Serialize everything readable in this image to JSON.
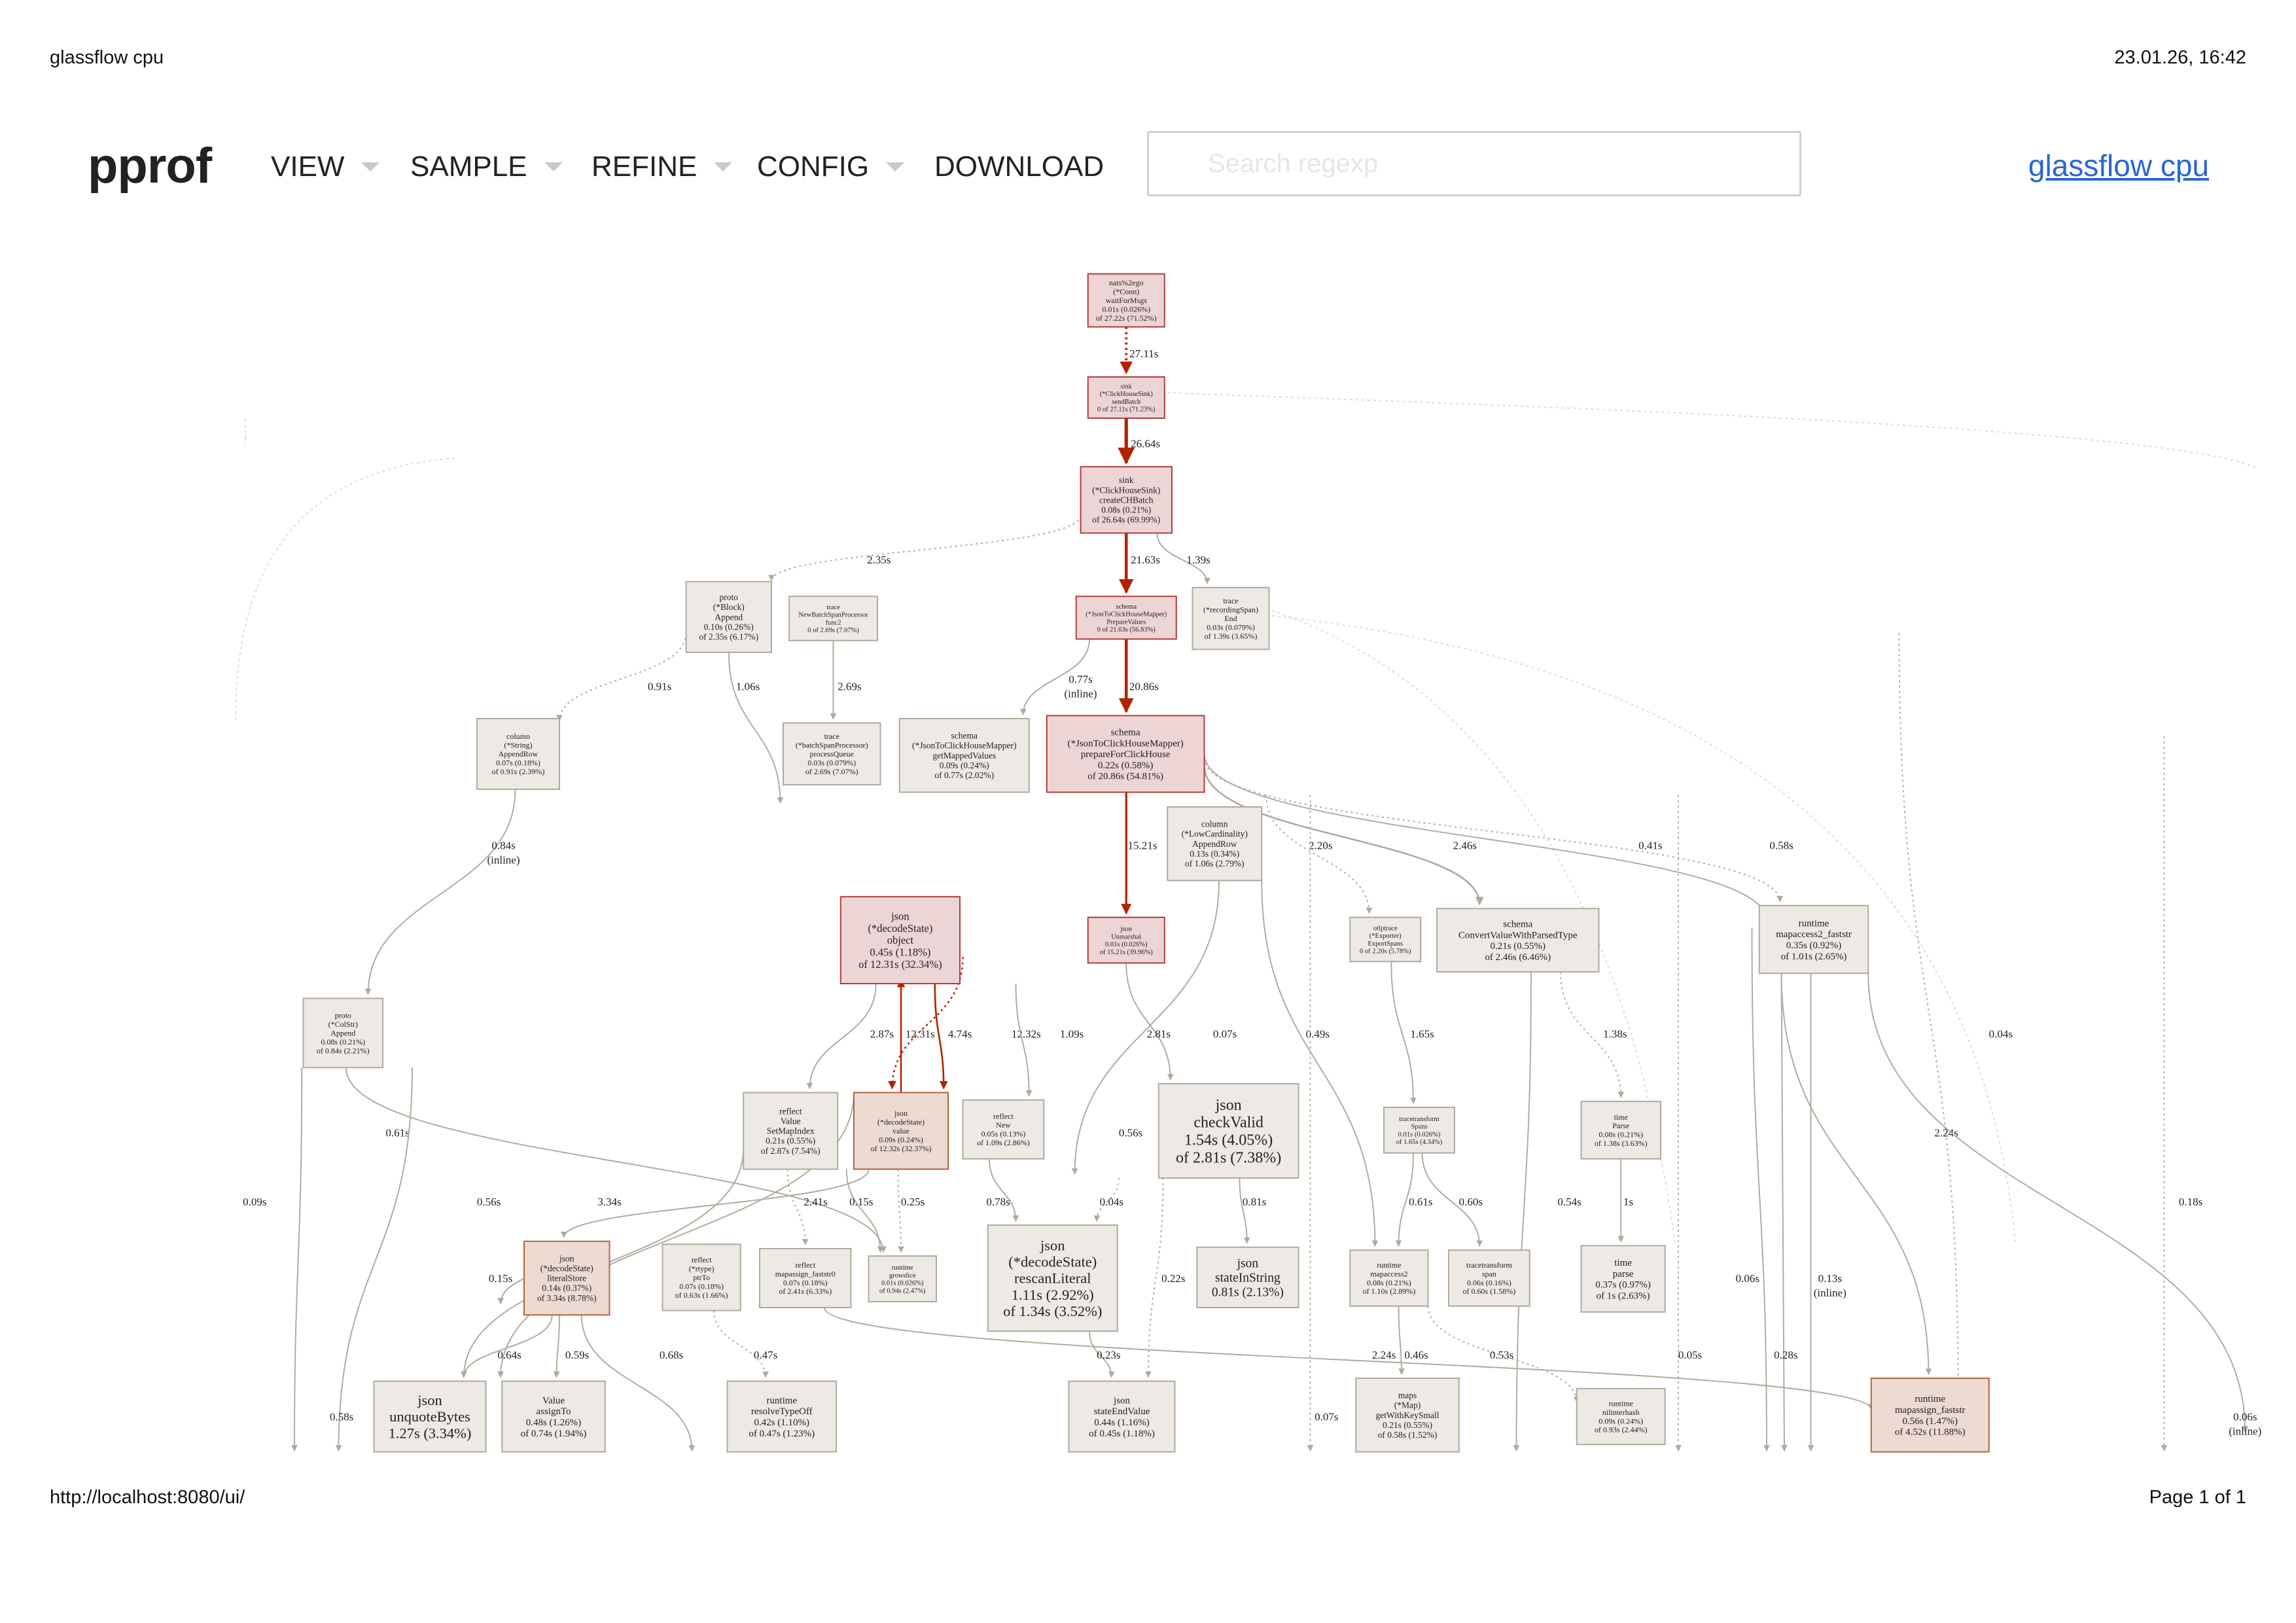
{
  "print_header": {
    "doc_title": "glassflow cpu",
    "date_time": "23.01.26, 16:42"
  },
  "print_footer": {
    "url": "http://localhost:8080/ui/",
    "page": "Page 1 of 1"
  },
  "toolbar": {
    "logo": "pprof",
    "menus": [
      {
        "label": "VIEW",
        "has_dropdown": true
      },
      {
        "label": "SAMPLE",
        "has_dropdown": true
      },
      {
        "label": "REFINE",
        "has_dropdown": true
      },
      {
        "label": "CONFIG",
        "has_dropdown": true
      },
      {
        "label": "DOWNLOAD",
        "has_dropdown": false
      }
    ],
    "search_placeholder": "Search regexp",
    "profile_link": "glassflow cpu"
  },
  "colors": {
    "hot_fill": "#edd5d5",
    "hot_stroke": "#b23c3c",
    "warm_fill": "#eddad2",
    "warm_stroke": "#b2653c",
    "cool_fill": "#ede9e4",
    "cool_stroke": "#b2a99c",
    "hot_edge": "#b22200",
    "cool_edge": "#b2a99c",
    "link": "#2a66d0"
  },
  "graph": {
    "nodes": [
      {
        "lines": [
          "nats%2ego",
          "(*Conn)",
          "waitForMsgs",
          "0.01s (0.026%)",
          "of 27.22s (71.52%)"
        ],
        "kind": "hot",
        "size": 1
      },
      {
        "lines": [
          "sink",
          "(*ClickHouseSink)",
          "sendBatch",
          "0 of 27.11s (71.23%)"
        ],
        "kind": "hot",
        "size": 0
      },
      {
        "lines": [
          "sink",
          "(*ClickHouseSink)",
          "createCHBatch",
          "0.08s (0.21%)",
          "of 26.64s (69.99%)"
        ],
        "kind": "hot",
        "size": 2
      },
      {
        "lines": [
          "proto",
          "(*Block)",
          "Append",
          "0.10s (0.26%)",
          "of 2.35s (6.17%)"
        ],
        "kind": "cool",
        "size": 2
      },
      {
        "lines": [
          "trace",
          "NewBatchSpanProcessor",
          "func2",
          "0 of 2.69s (7.07%)"
        ],
        "kind": "cool",
        "size": 0
      },
      {
        "lines": [
          "schema",
          "(*JsonToClickHouseMapper)",
          "PrepareValues",
          "0 of 21.63s (56.83%)"
        ],
        "kind": "hot",
        "size": 0
      },
      {
        "lines": [
          "trace",
          "(*recordingSpan)",
          "End",
          "0.03s (0.079%)",
          "of 1.39s (3.65%)"
        ],
        "kind": "cool",
        "size": 1
      },
      {
        "lines": [
          "column",
          "(*String)",
          "AppendRow",
          "0.07s (0.18%)",
          "of 0.91s (2.39%)"
        ],
        "kind": "cool",
        "size": 1
      },
      {
        "lines": [
          "trace",
          "(*batchSpanProcessor)",
          "processQueue",
          "0.03s (0.079%)",
          "of 2.69s (7.07%)"
        ],
        "kind": "cool",
        "size": 1
      },
      {
        "lines": [
          "schema",
          "(*JsonToClickHouseMapper)",
          "getMappedValues",
          "0.09s (0.24%)",
          "of 0.77s (2.02%)"
        ],
        "kind": "cool",
        "size": 2
      },
      {
        "lines": [
          "schema",
          "(*JsonToClickHouseMapper)",
          "prepareForClickHouse",
          "0.22s (0.58%)",
          "of 20.86s (54.81%)"
        ],
        "kind": "hot",
        "size": 3
      },
      {
        "lines": [
          "column",
          "(*LowCardinality)",
          "AppendRow",
          "0.13s (0.34%)",
          "of 1.06s (2.79%)"
        ],
        "kind": "cool",
        "size": 2
      },
      {
        "lines": [
          "json",
          "(*decodeState)",
          "object",
          "0.45s (1.18%)",
          "of 12.31s (32.34%)"
        ],
        "kind": "hot",
        "size": 4
      },
      {
        "lines": [
          "json",
          "Unmarshal",
          "0.01s (0.026%)",
          "of 15.21s (39.96%)"
        ],
        "kind": "hot",
        "size": 0
      },
      {
        "lines": [
          "otlptrace",
          "(*Exporter)",
          "ExportSpans",
          "0 of 2.20s (5.78%)"
        ],
        "kind": "cool",
        "size": 0
      },
      {
        "lines": [
          "schema",
          "ConvertValueWithParsedType",
          "0.21s (0.55%)",
          "of 2.46s (6.46%)"
        ],
        "kind": "cool",
        "size": 3
      },
      {
        "lines": [
          "runtime",
          "mapaccess2_faststr",
          "0.35s (0.92%)",
          "of 1.01s (2.65%)"
        ],
        "kind": "cool",
        "size": 3
      },
      {
        "lines": [
          "proto",
          "(*ColStr)",
          "Append",
          "0.08s (0.21%)",
          "of 0.84s (2.21%)"
        ],
        "kind": "cool",
        "size": 1
      },
      {
        "lines": [
          "reflect",
          "Value",
          "SetMapIndex",
          "0.21s (0.55%)",
          "of 2.87s (7.54%)"
        ],
        "kind": "cool",
        "size": 2
      },
      {
        "lines": [
          "json",
          "(*decodeState)",
          "value",
          "0.09s (0.24%)",
          "of 12.32s (32.37%)"
        ],
        "kind": "warm",
        "size": 1
      },
      {
        "lines": [
          "reflect",
          "New",
          "0.05s (0.13%)",
          "of 1.09s (2.86%)"
        ],
        "kind": "cool",
        "size": 1
      },
      {
        "lines": [
          "json",
          "checkValid",
          "1.54s (4.05%)",
          "of 2.81s (7.38%)"
        ],
        "kind": "cool",
        "size": 7
      },
      {
        "lines": [
          "tracetransform",
          "Spans",
          "0.01s (0.026%)",
          "of 1.65s (4.34%)"
        ],
        "kind": "cool",
        "size": 0
      },
      {
        "lines": [
          "time",
          "Parse",
          "0.08s (0.21%)",
          "of 1.38s (3.63%)"
        ],
        "kind": "cool",
        "size": 1
      },
      {
        "lines": [
          "json",
          "(*decodeState)",
          "literalStore",
          "0.14s (0.37%)",
          "of 3.34s (8.78%)"
        ],
        "kind": "warm",
        "size": 2
      },
      {
        "lines": [
          "reflect",
          "(*rtype)",
          "ptrTo",
          "0.07s (0.18%)",
          "of 0.63s (1.66%)"
        ],
        "kind": "cool",
        "size": 1
      },
      {
        "lines": [
          "reflect",
          "mapassign_faststr0",
          "0.07s (0.18%)",
          "of 2.41s (6.33%)"
        ],
        "kind": "cool",
        "size": 1
      },
      {
        "lines": [
          "runtime",
          "growslice",
          "0.01s (0.026%)",
          "of 0.94s (2.47%)"
        ],
        "kind": "cool",
        "size": 0
      },
      {
        "lines": [
          "json",
          "(*decodeState)",
          "rescanLiteral",
          "1.11s (2.92%)",
          "of 1.34s (3.52%)"
        ],
        "kind": "cool",
        "size": 6
      },
      {
        "lines": [
          "json",
          "stateInString",
          "0.81s (2.13%)"
        ],
        "kind": "cool",
        "size": 5
      },
      {
        "lines": [
          "runtime",
          "mapaccess2",
          "0.08s (0.21%)",
          "of 1.10s (2.89%)"
        ],
        "kind": "cool",
        "size": 1
      },
      {
        "lines": [
          "tracetransform",
          "span",
          "0.06s (0.16%)",
          "of 0.60s (1.58%)"
        ],
        "kind": "cool",
        "size": 1
      },
      {
        "lines": [
          "time",
          "parse",
          "0.37s (0.97%)",
          "of 1s (2.63%)"
        ],
        "kind": "cool",
        "size": 3
      },
      {
        "lines": [
          "json",
          "unquoteBytes",
          "1.27s (3.34%)"
        ],
        "kind": "cool",
        "size": 6
      },
      {
        "lines": [
          "Value",
          "assignTo",
          "0.48s (1.26%)",
          "of 0.74s (1.94%)"
        ],
        "kind": "cool",
        "size": 3
      },
      {
        "lines": [
          "runtime",
          "resolveTypeOff",
          "0.42s (1.10%)",
          "of 0.47s (1.23%)"
        ],
        "kind": "cool",
        "size": 3
      },
      {
        "lines": [
          "json",
          "stateEndValue",
          "0.44s (1.16%)",
          "of 0.45s (1.18%)"
        ],
        "kind": "cool",
        "size": 3
      },
      {
        "lines": [
          "maps",
          "(*Map)",
          "getWithKeySmall",
          "0.21s (0.55%)",
          "of 0.58s (1.52%)"
        ],
        "kind": "cool",
        "size": 2
      },
      {
        "lines": [
          "runtime",
          "nilinterhash",
          "0.09s (0.24%)",
          "of 0.93s (2.44%)"
        ],
        "kind": "cool",
        "size": 1
      },
      {
        "lines": [
          "runtime",
          "mapassign_faststr",
          "0.56s (1.47%)",
          "of 4.52s (11.88%)"
        ],
        "kind": "warm",
        "size": 3
      }
    ],
    "edge_labels": [
      [
        "27.11s"
      ],
      [
        "26.64s"
      ],
      [
        "2.35s"
      ],
      [
        "21.63s"
      ],
      [
        "1.39s"
      ],
      [
        "0.91s"
      ],
      [
        "1.06s"
      ],
      [
        "2.69s"
      ],
      [
        "0.77s",
        "(inline)"
      ],
      [
        "20.86s"
      ],
      [
        "0.84s",
        "(inline)"
      ],
      [
        "15.21s"
      ],
      [
        "2.20s"
      ],
      [
        "2.46s"
      ],
      [
        "0.41s"
      ],
      [
        "0.58s"
      ],
      [
        "2.87s"
      ],
      [
        "12.31s"
      ],
      [
        "4.74s"
      ],
      [
        "12.32s"
      ],
      [
        "1.09s"
      ],
      [
        "2.81s"
      ],
      [
        "0.07s"
      ],
      [
        "0.49s"
      ],
      [
        "1.65s"
      ],
      [
        "1.38s"
      ],
      [
        "0.04s"
      ],
      [
        "0.61s"
      ],
      [
        "0.56s"
      ],
      [
        "2.24s"
      ],
      [
        "0.09s"
      ],
      [
        "0.56s"
      ],
      [
        "3.34s"
      ],
      [
        "2.41s"
      ],
      [
        "0.15s"
      ],
      [
        "0.25s"
      ],
      [
        "0.78s"
      ],
      [
        "0.04s"
      ],
      [
        "0.81s"
      ],
      [
        "0.61s"
      ],
      [
        "0.60s"
      ],
      [
        "0.54s"
      ],
      [
        "1s"
      ],
      [
        "0.18s"
      ],
      [
        "0.15s"
      ],
      [
        "0.22s"
      ],
      [
        "0.06s"
      ],
      [
        "0.13s",
        "(inline)"
      ],
      [
        "0.64s"
      ],
      [
        "0.59s"
      ],
      [
        "0.68s"
      ],
      [
        "0.47s"
      ],
      [
        "0.23s"
      ],
      [
        "2.24s"
      ],
      [
        "0.46s"
      ],
      [
        "0.53s"
      ],
      [
        "0.05s"
      ],
      [
        "0.28s"
      ],
      [
        "0.58s"
      ],
      [
        "0.07s"
      ],
      [
        "0.06s",
        "(inline)"
      ]
    ]
  }
}
